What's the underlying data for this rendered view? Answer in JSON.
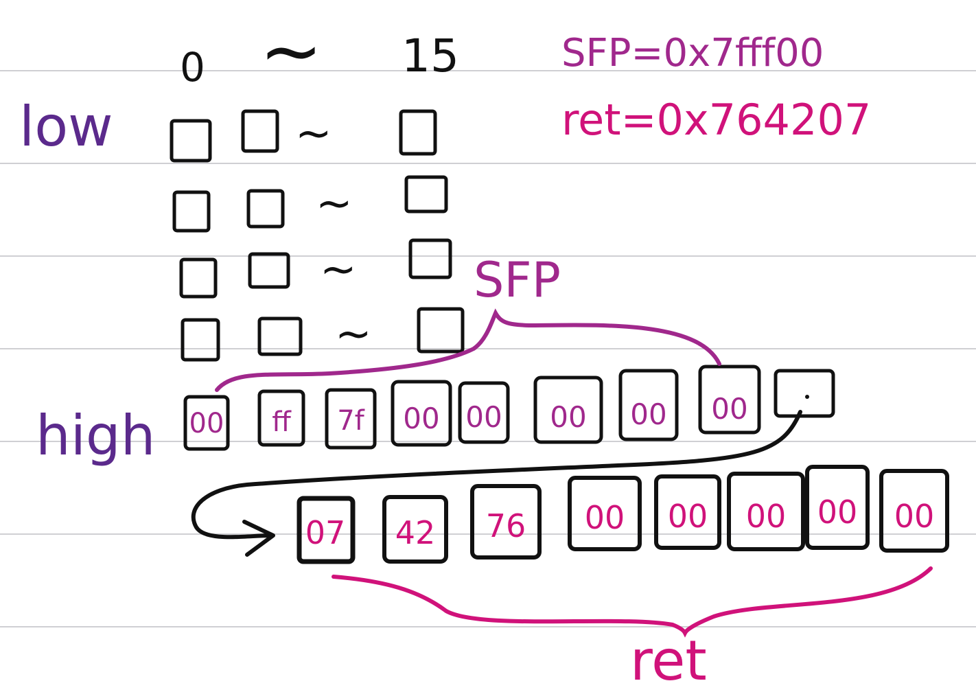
{
  "header": {
    "index_start": "0",
    "index_tilde": "~",
    "index_end": "15"
  },
  "labels": {
    "low": "low",
    "high": "high",
    "sfp_brace": "SFP",
    "ret_brace": "ret"
  },
  "notes": {
    "sfp_line": "SFP=0x7fff00",
    "ret_line": "ret=0x764207"
  },
  "grid_rows": [
    {
      "tilde": "~"
    },
    {
      "tilde": "~"
    },
    {
      "tilde": "~"
    },
    {
      "tilde": "~"
    }
  ],
  "sfp_bytes": [
    "00",
    "ff",
    "7f",
    "00",
    "00",
    "00",
    "00",
    "00"
  ],
  "ret_bytes": [
    "07",
    "42",
    "76",
    "00",
    "00",
    "00",
    "00",
    "00"
  ],
  "colors": {
    "ink": "#111111",
    "purple": "#5b2a8c",
    "magenta": "#a0288c",
    "pink": "#d0127a",
    "rule": "#cfcfd3"
  }
}
